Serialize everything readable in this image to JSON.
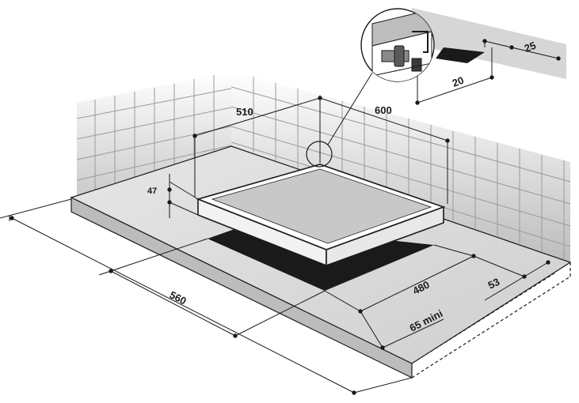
{
  "dimensions": {
    "cutout_depth": "510",
    "depth_total": "600",
    "thickness": "47",
    "width": "560",
    "cutout_width": "480",
    "front_clearance": "53",
    "min_clearance": "65 mini",
    "detail_a": "25",
    "detail_b": "20"
  },
  "colors": {
    "line": "#1a1a1a",
    "tile": "#9a9a9a",
    "wall_top": "#ffffff",
    "wall_bottom": "#cfcfcf",
    "counter_top": "#d9d9d9",
    "hob_glass": "#c8c8c8",
    "cutout": "#1a1a1a",
    "detail_box": "#d6d6d6"
  }
}
